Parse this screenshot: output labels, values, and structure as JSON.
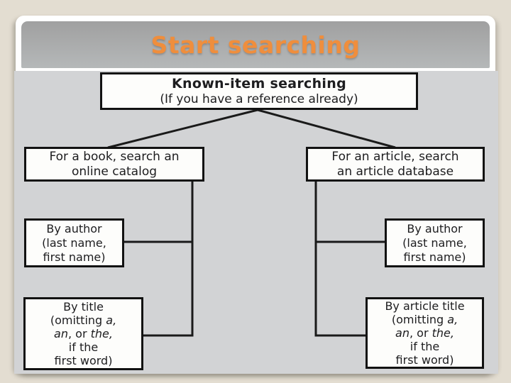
{
  "slide": {
    "title": "Start searching"
  },
  "colors": {
    "background": "#e3ddd1",
    "card": "#ffffff",
    "header_top": "#a0a0a0",
    "header_bottom": "#b5b8b9",
    "panel": "#d2d3d5",
    "title_text": "#ef8e3d",
    "box_border": "#121212",
    "box_fill": "#fdfdfb",
    "box_text": "#1d1d1f",
    "connector": "#1a1a1a"
  },
  "flowchart": {
    "root": {
      "title": "Known-item searching",
      "subtitle": "(If you have a reference already)"
    },
    "book_branch": {
      "lines": [
        [
          {
            "t": "For a book, search an"
          }
        ],
        [
          {
            "t": "online catalog"
          }
        ]
      ]
    },
    "article_branch": {
      "lines": [
        [
          {
            "t": "For an article, search"
          }
        ],
        [
          {
            "t": "an article database"
          }
        ]
      ]
    },
    "book_author": {
      "lines": [
        [
          {
            "t": "By author"
          }
        ],
        [
          {
            "t": "(last name,"
          }
        ],
        [
          {
            "t": "first name)"
          }
        ]
      ]
    },
    "book_title": {
      "lines": [
        [
          {
            "t": "By title"
          }
        ],
        [
          {
            "t": "(omitting "
          },
          {
            "t": "a,",
            "i": true
          }
        ],
        [
          {
            "t": "an",
            "i": true
          },
          {
            "t": ", or "
          },
          {
            "t": "the,",
            "i": true
          }
        ],
        [
          {
            "t": "if the"
          }
        ],
        [
          {
            "t": "first word)"
          }
        ]
      ]
    },
    "article_author": {
      "lines": [
        [
          {
            "t": "By author"
          }
        ],
        [
          {
            "t": "(last name,"
          }
        ],
        [
          {
            "t": "first name)"
          }
        ]
      ]
    },
    "article_title": {
      "lines": [
        [
          {
            "t": "By article title"
          }
        ],
        [
          {
            "t": "(omitting "
          },
          {
            "t": "a,",
            "i": true
          }
        ],
        [
          {
            "t": "an",
            "i": true
          },
          {
            "t": ", or "
          },
          {
            "t": "the,",
            "i": true
          }
        ],
        [
          {
            "t": "if the"
          }
        ],
        [
          {
            "t": "first word)"
          }
        ]
      ]
    }
  }
}
